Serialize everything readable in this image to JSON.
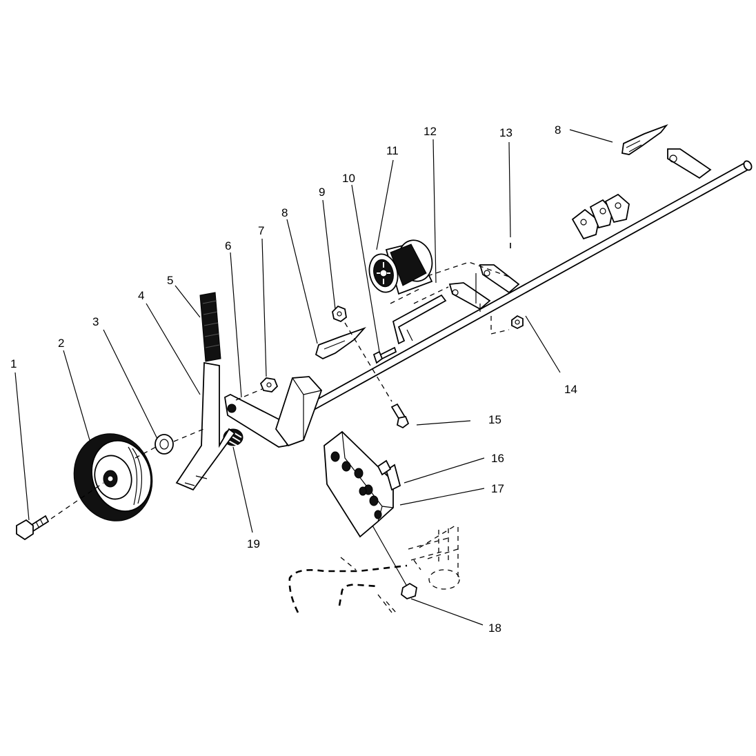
{
  "callouts": [
    {
      "id": "c1",
      "text": "1"
    },
    {
      "id": "c2",
      "text": "2"
    },
    {
      "id": "c3",
      "text": "3"
    },
    {
      "id": "c4",
      "text": "4"
    },
    {
      "id": "c5",
      "text": "5"
    },
    {
      "id": "c6",
      "text": "6"
    },
    {
      "id": "c7",
      "text": "7"
    },
    {
      "id": "c8a",
      "text": "8"
    },
    {
      "id": "c8b",
      "text": "8"
    },
    {
      "id": "c9",
      "text": "9"
    },
    {
      "id": "c10",
      "text": "10"
    },
    {
      "id": "c11",
      "text": "11"
    },
    {
      "id": "c12",
      "text": "12"
    },
    {
      "id": "c13",
      "text": "13"
    },
    {
      "id": "c14",
      "text": "14"
    },
    {
      "id": "c15",
      "text": "15"
    },
    {
      "id": "c16",
      "text": "16"
    },
    {
      "id": "c17",
      "text": "17"
    },
    {
      "id": "c18",
      "text": "18"
    },
    {
      "id": "c19",
      "text": "19"
    }
  ]
}
